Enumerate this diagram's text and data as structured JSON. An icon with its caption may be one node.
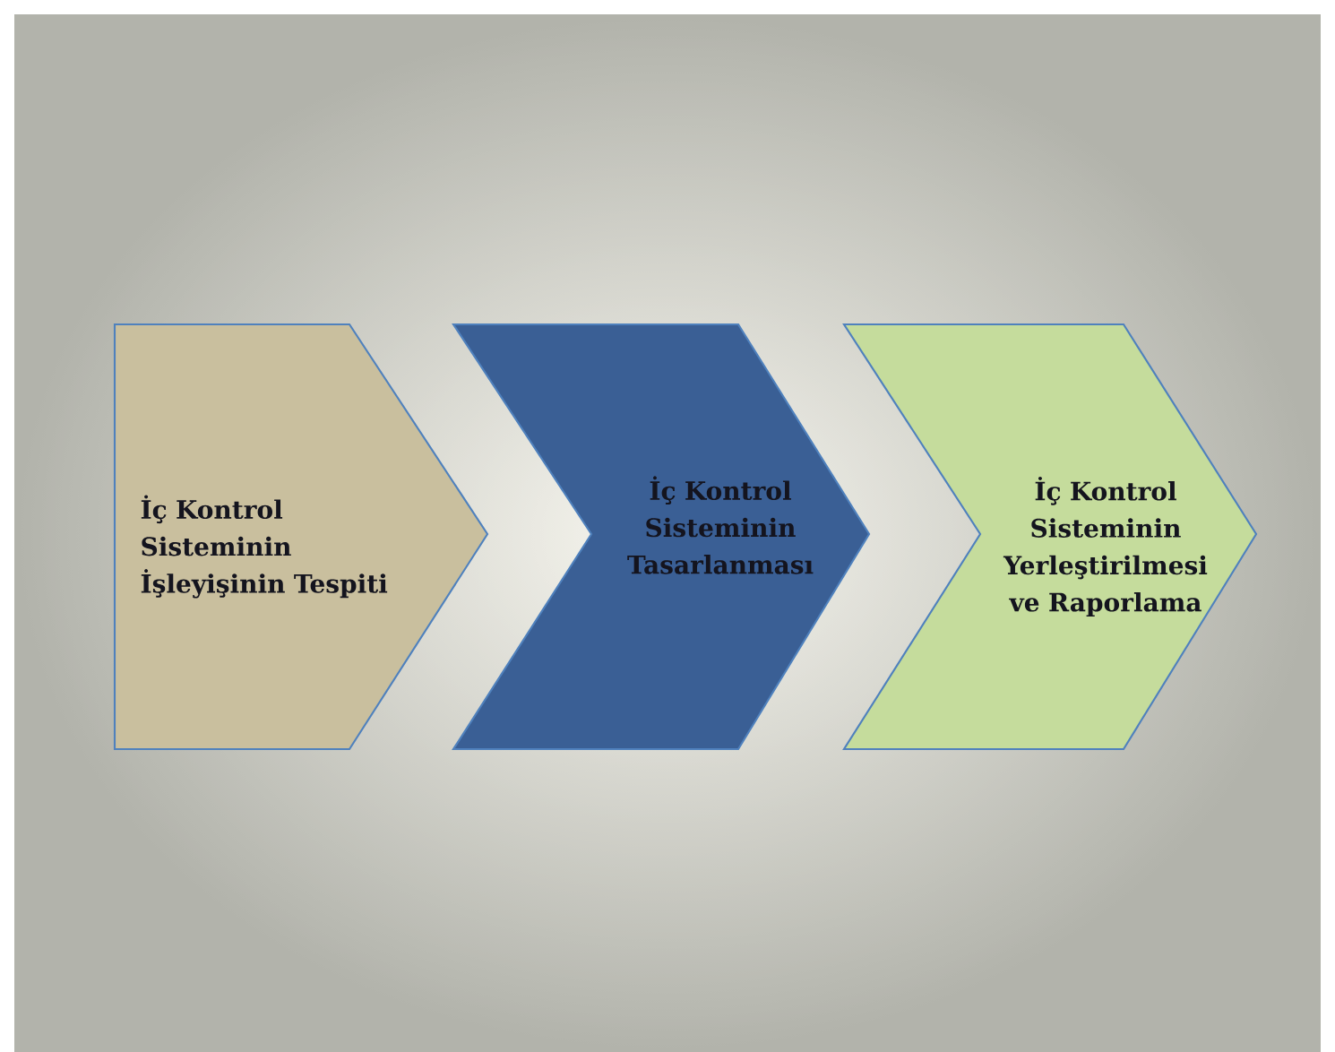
{
  "diagram": {
    "nodes": [
      {
        "text": [
          "İç Kontrol Sisteminin İşleyişinin Tespiti"
        ]
      },
      {
        "text": [
          "İç Kontrol Sisteminin Tasarlanması"
        ]
      },
      {
        "text": [
          "İç Kontrol Sisteminin Yerleştirilmesi ve Raporlama"
        ]
      }
    ]
  }
}
